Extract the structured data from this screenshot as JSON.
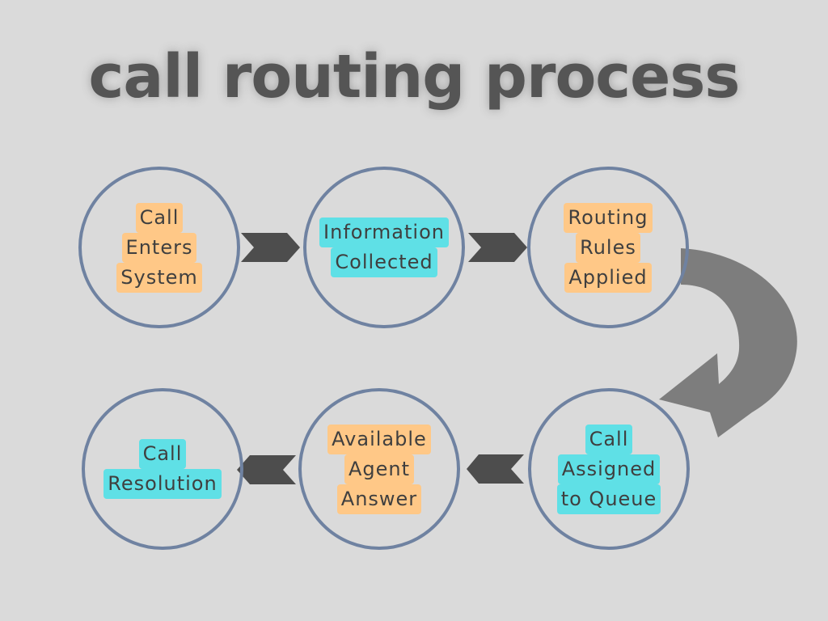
{
  "title": "call routing process",
  "colors": {
    "background": "#dadada",
    "circle_border": "#6f82a1",
    "highlight_orange": "#ffc887",
    "highlight_cyan": "#5fe0e6",
    "arrow": "#4d4d4d",
    "curved_arrow": "#707070"
  },
  "steps": [
    {
      "lines": [
        "Call",
        "Enters",
        "System"
      ],
      "highlight": "orange"
    },
    {
      "lines": [
        "Information",
        "Collected"
      ],
      "highlight": "cyan"
    },
    {
      "lines": [
        "Routing",
        "Rules",
        "Applied"
      ],
      "highlight": "orange"
    },
    {
      "lines": [
        "Call",
        "Assigned",
        "to Queue"
      ],
      "highlight": "cyan"
    },
    {
      "lines": [
        "Available",
        "Agent",
        "Answer"
      ],
      "highlight": "orange"
    },
    {
      "lines": [
        "Call",
        "Resolution"
      ],
      "highlight": "cyan"
    }
  ],
  "connectors": [
    {
      "from": 0,
      "to": 1,
      "icon": "chevron-right-icon"
    },
    {
      "from": 1,
      "to": 2,
      "icon": "chevron-right-icon"
    },
    {
      "from": 2,
      "to": 3,
      "icon": "curved-arrow-icon"
    },
    {
      "from": 3,
      "to": 4,
      "icon": "chevron-left-icon"
    },
    {
      "from": 4,
      "to": 5,
      "icon": "chevron-left-icon"
    }
  ]
}
